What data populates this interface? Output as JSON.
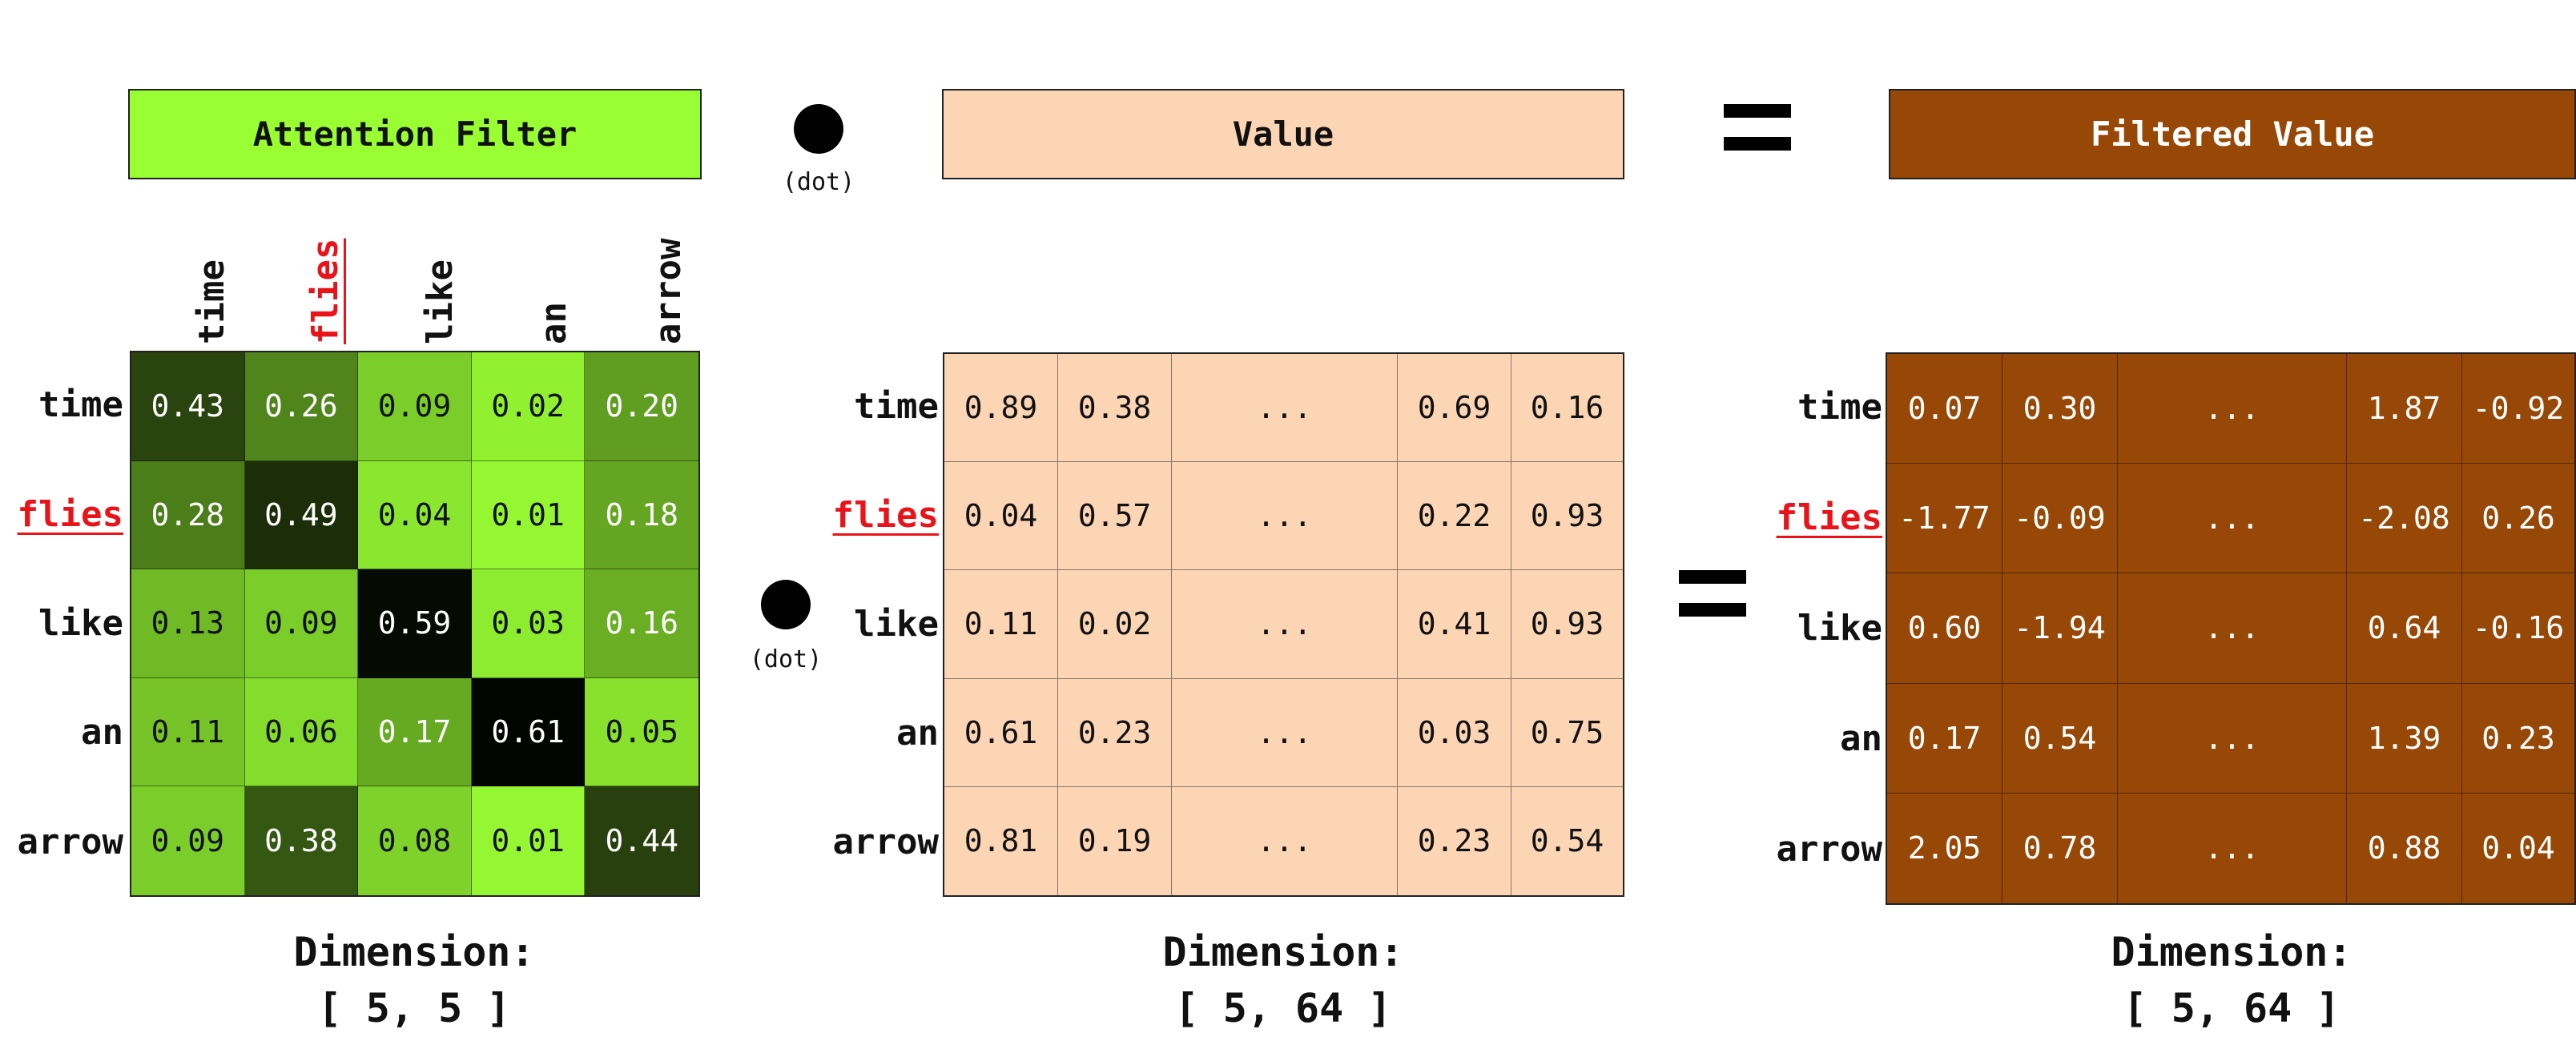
{
  "tokens": [
    "time",
    "flies",
    "like",
    "an",
    "arrow"
  ],
  "highlight_token": "flies",
  "operators": {
    "dot_label": "(dot)"
  },
  "panels": [
    {
      "id": "attention",
      "title": "Attention Filter",
      "header_color": "#99ff33",
      "title_color": "#111111",
      "columns": [
        "time",
        "flies",
        "like",
        "an",
        "arrow"
      ],
      "rows": [
        [
          "0.43",
          "0.26",
          "0.09",
          "0.02",
          "0.20"
        ],
        [
          "0.28",
          "0.49",
          "0.04",
          "0.01",
          "0.18"
        ],
        [
          "0.13",
          "0.09",
          "0.59",
          "0.03",
          "0.16"
        ],
        [
          "0.11",
          "0.06",
          "0.17",
          "0.61",
          "0.05"
        ],
        [
          "0.09",
          "0.38",
          "0.08",
          "0.01",
          "0.44"
        ]
      ],
      "dimension_label": "Dimension:",
      "dimension": "[ 5, 5 ]"
    },
    {
      "id": "value",
      "title": "Value",
      "header_color": "#fcd5b5",
      "title_color": "#111111",
      "cell_color": "#fcd5b5",
      "rows": [
        [
          "0.89",
          "0.38",
          "...",
          "0.69",
          "0.16"
        ],
        [
          "0.04",
          "0.57",
          "...",
          "0.22",
          "0.93"
        ],
        [
          "0.11",
          "0.02",
          "...",
          "0.41",
          "0.93"
        ],
        [
          "0.61",
          "0.23",
          "...",
          "0.03",
          "0.75"
        ],
        [
          "0.81",
          "0.19",
          "...",
          "0.23",
          "0.54"
        ]
      ],
      "dimension_label": "Dimension:",
      "dimension": "[ 5, 64 ]"
    },
    {
      "id": "filtered",
      "title": "Filtered Value",
      "header_color": "#974806",
      "title_color": "#ffffff",
      "cell_color": "#974806",
      "rows": [
        [
          "0.07",
          "0.30",
          "...",
          "1.87",
          "-0.92"
        ],
        [
          "-1.77",
          "-0.09",
          "...",
          "-2.08",
          "0.26"
        ],
        [
          "0.60",
          "-1.94",
          "...",
          "0.64",
          "-0.16"
        ],
        [
          "0.17",
          "0.54",
          "...",
          "1.39",
          "0.23"
        ],
        [
          "2.05",
          "0.78",
          "...",
          "0.88",
          "0.04"
        ]
      ],
      "dimension_label": "Dimension:",
      "dimension": "[ 5, 64 ]"
    }
  ]
}
